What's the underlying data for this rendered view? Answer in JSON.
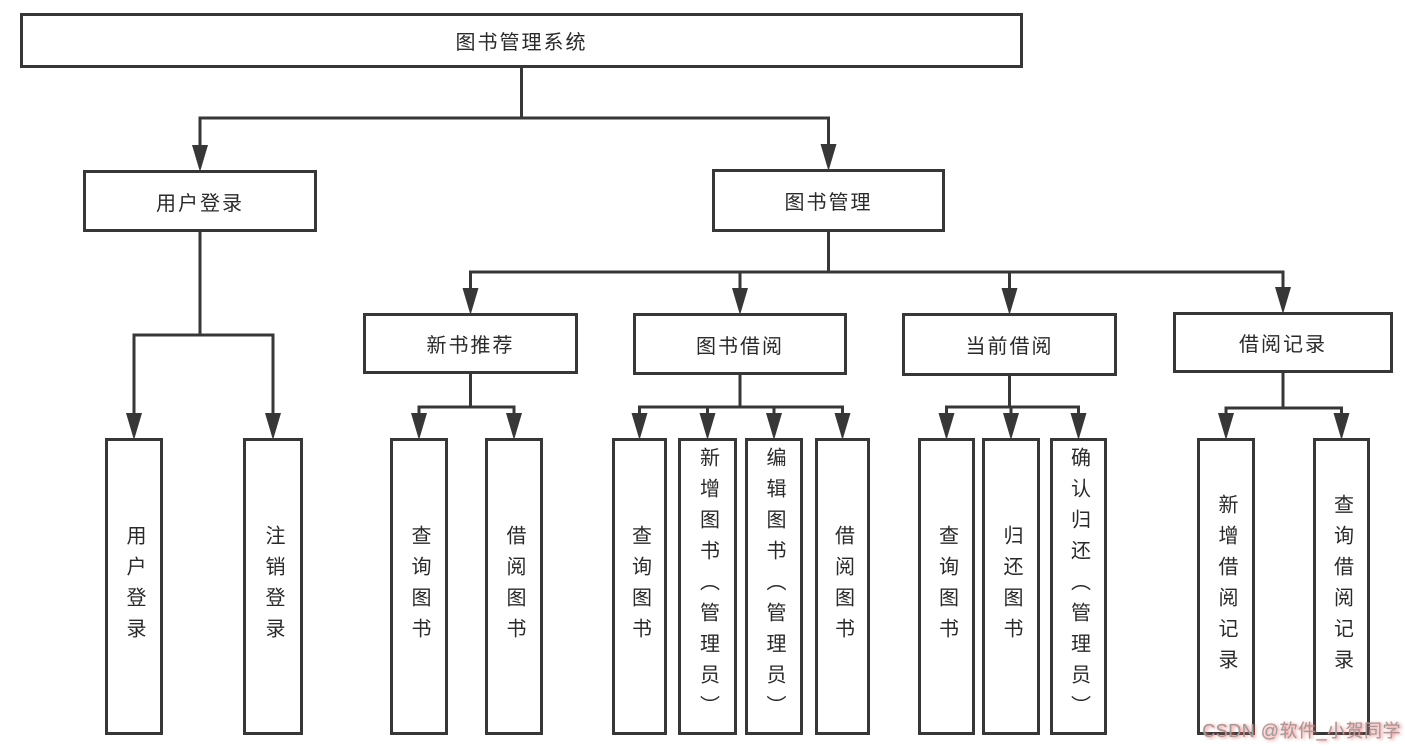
{
  "colors": {
    "line": "#373737",
    "text": "#2a2a2a",
    "background": "#ffffff",
    "watermark_text": "#9d9d9d",
    "watermark_shadow": "#ed6a6a"
  },
  "watermark": {
    "text": "CSDN @软件_小贺同学"
  },
  "tree": {
    "id": "library-system",
    "label": "图书管理系统",
    "children": [
      {
        "id": "user-login",
        "label": "用户登录",
        "children": [
          {
            "id": "login",
            "label": "用户登录"
          },
          {
            "id": "logout",
            "label": "注销登录"
          }
        ]
      },
      {
        "id": "book-management",
        "label": "图书管理",
        "children": [
          {
            "id": "new-book-recommend",
            "label": "新书推荐",
            "children": [
              {
                "id": "recommend-query-books",
                "label": "查询图书"
              },
              {
                "id": "recommend-borrow-books",
                "label": "借阅图书"
              }
            ]
          },
          {
            "id": "book-borrowing",
            "label": "图书借阅",
            "children": [
              {
                "id": "borrow-query-books",
                "label": "查询图书"
              },
              {
                "id": "add-books-admin",
                "label": "新增图书（管理员）"
              },
              {
                "id": "edit-books-admin",
                "label": "编辑图书（管理员）"
              },
              {
                "id": "borrow-books",
                "label": "借阅图书"
              }
            ]
          },
          {
            "id": "current-borrowing",
            "label": "当前借阅",
            "children": [
              {
                "id": "current-query-books",
                "label": "查询图书"
              },
              {
                "id": "return-books",
                "label": "归还图书"
              },
              {
                "id": "confirm-return-admin",
                "label": "确认归还（管理员）"
              }
            ]
          },
          {
            "id": "borrowing-records",
            "label": "借阅记录",
            "children": [
              {
                "id": "add-borrow-record",
                "label": "新增借阅记录"
              },
              {
                "id": "query-borrow-record",
                "label": "查询借阅记录"
              }
            ]
          }
        ]
      }
    ]
  }
}
